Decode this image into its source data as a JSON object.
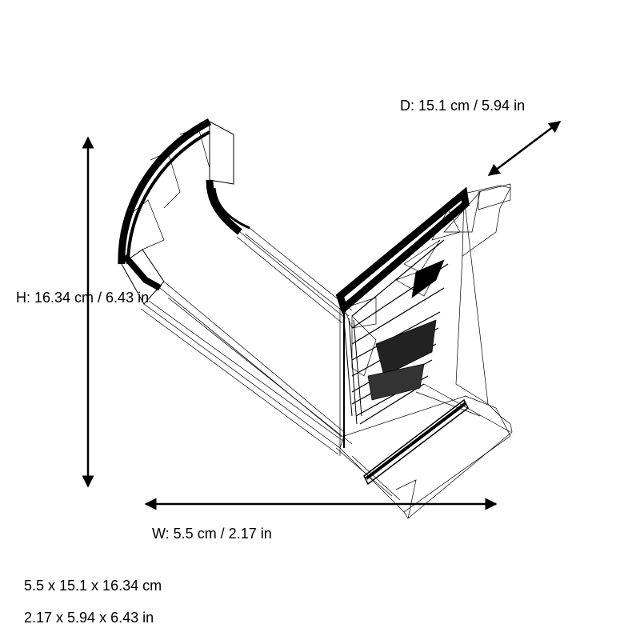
{
  "dimensions": {
    "depth_label": "D: 15.1 cm / 5.94 in",
    "height_label": "H: 16.34 cm / 6.43 in",
    "width_label": "W: 5.5 cm / 2.17 in"
  },
  "summary": {
    "cm": "5.5 x 15.1 x 16.34 cm",
    "in": "2.17 x 5.94 x 6.43 in"
  },
  "colors": {
    "line": "#000000",
    "background": "#ffffff"
  }
}
